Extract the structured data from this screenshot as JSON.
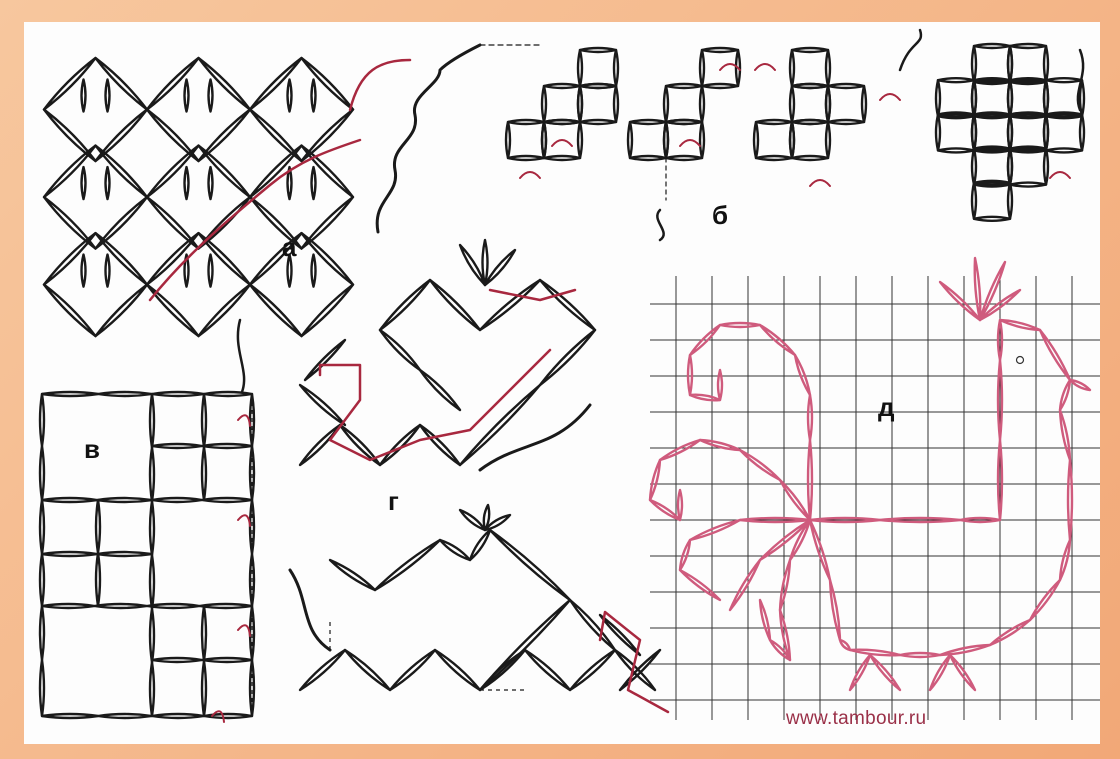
{
  "labels": {
    "a": "а",
    "b": "б",
    "v": "в",
    "g": "г",
    "d": "д"
  },
  "credit": "www.tambour.ru",
  "colors": {
    "frame": "#f4b98c",
    "stitch_black": "#1a1a1a",
    "stitch_pink": "#cf5b7d",
    "thread_red": "#a8283f",
    "grid": "#333333"
  }
}
